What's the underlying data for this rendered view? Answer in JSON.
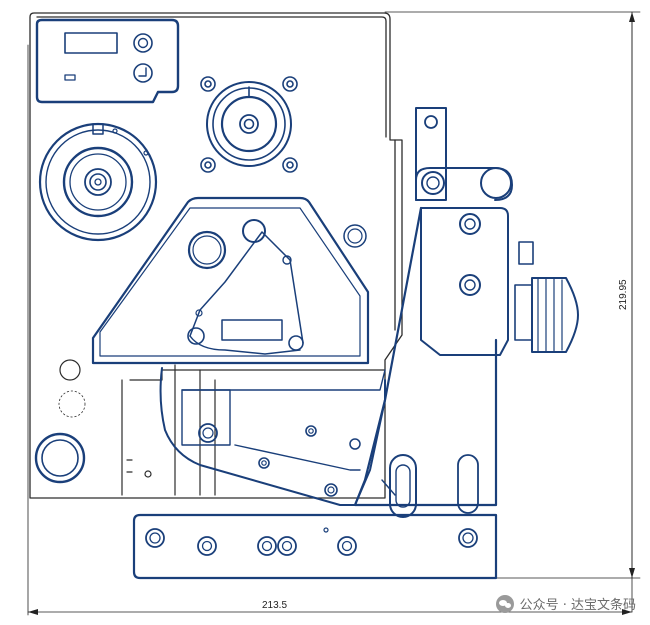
{
  "dimensions": {
    "width_label": "213.5",
    "height_label": "219.95"
  },
  "watermark": {
    "text": "公众号 · 达宝文条码"
  },
  "colors": {
    "primary_line": "#1a3f7a",
    "secondary_line": "#2d2d2d",
    "dimension_line": "#222222"
  }
}
